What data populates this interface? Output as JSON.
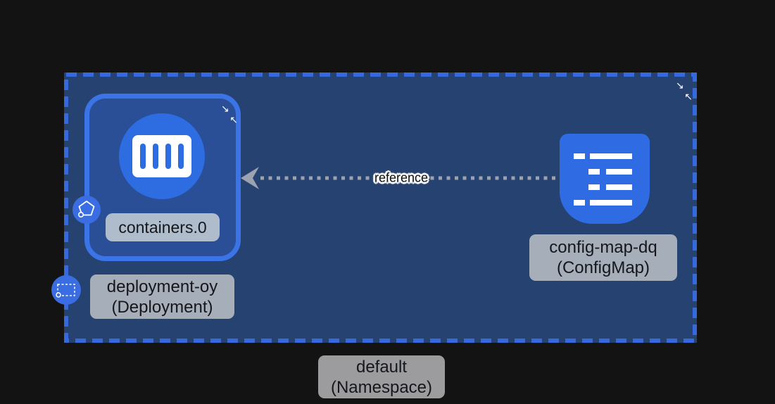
{
  "namespace": {
    "name": "default",
    "kind": "Namespace",
    "label_line1": "default",
    "label_line2": "(Namespace)"
  },
  "deployment": {
    "name": "deployment-oy",
    "kind": "Deployment",
    "label_line1": "deployment-oy",
    "label_line2": "(Deployment)",
    "container_label": "containers.0"
  },
  "configmap": {
    "name": "config-map-dq",
    "kind": "ConfigMap",
    "label_line1": "config-map-dq",
    "label_line2": "(ConfigMap)"
  },
  "edge": {
    "label": "reference",
    "direction": "configmap-to-deployment"
  },
  "icons": {
    "collapse_in_a": "↘",
    "collapse_in_b": "↖",
    "container": "container-bars-icon",
    "configmap": "config-list-icon",
    "pod_badge": "pod-pentagon-icon",
    "deployment_badge": "dashed-rect-icon"
  },
  "colors": {
    "background": "#131314",
    "namespace_fill": "#264270",
    "namespace_border": "#3569dd",
    "node_fill": "#2b4f96",
    "node_border": "#3b74e6",
    "icon_blue": "#2e6ce2",
    "configmap_blue": "#2f6ce4",
    "badge_blue": "#3b6de2",
    "label_bg": "#a6aeba",
    "container_label_bg": "#aebccb",
    "namespace_label_bg": "#9c9c9e",
    "label_text": "#15171b",
    "edge_gray": "#9ba3b0"
  }
}
